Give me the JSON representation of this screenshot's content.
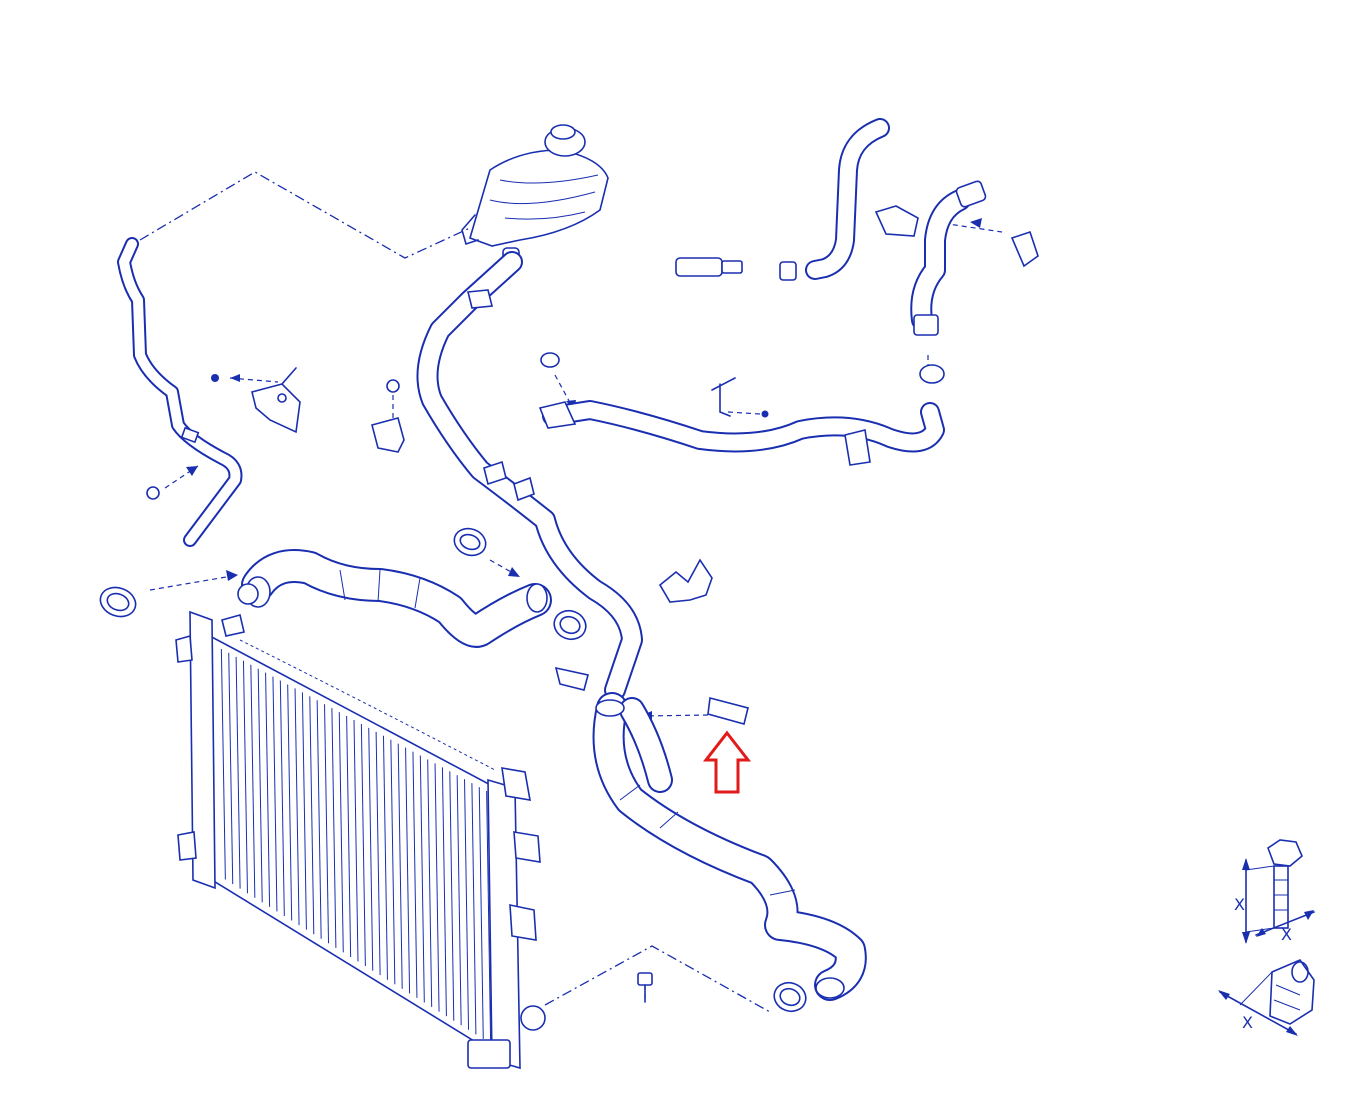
{
  "colors": {
    "line": "#1a2fb0",
    "highlight_arrow": "#e21a1a",
    "background": "#ffffff"
  },
  "legend": {
    "bolt_dimension_label_1": "X",
    "bolt_dimension_label_2": "X",
    "clamp_dimension_label": "X"
  }
}
